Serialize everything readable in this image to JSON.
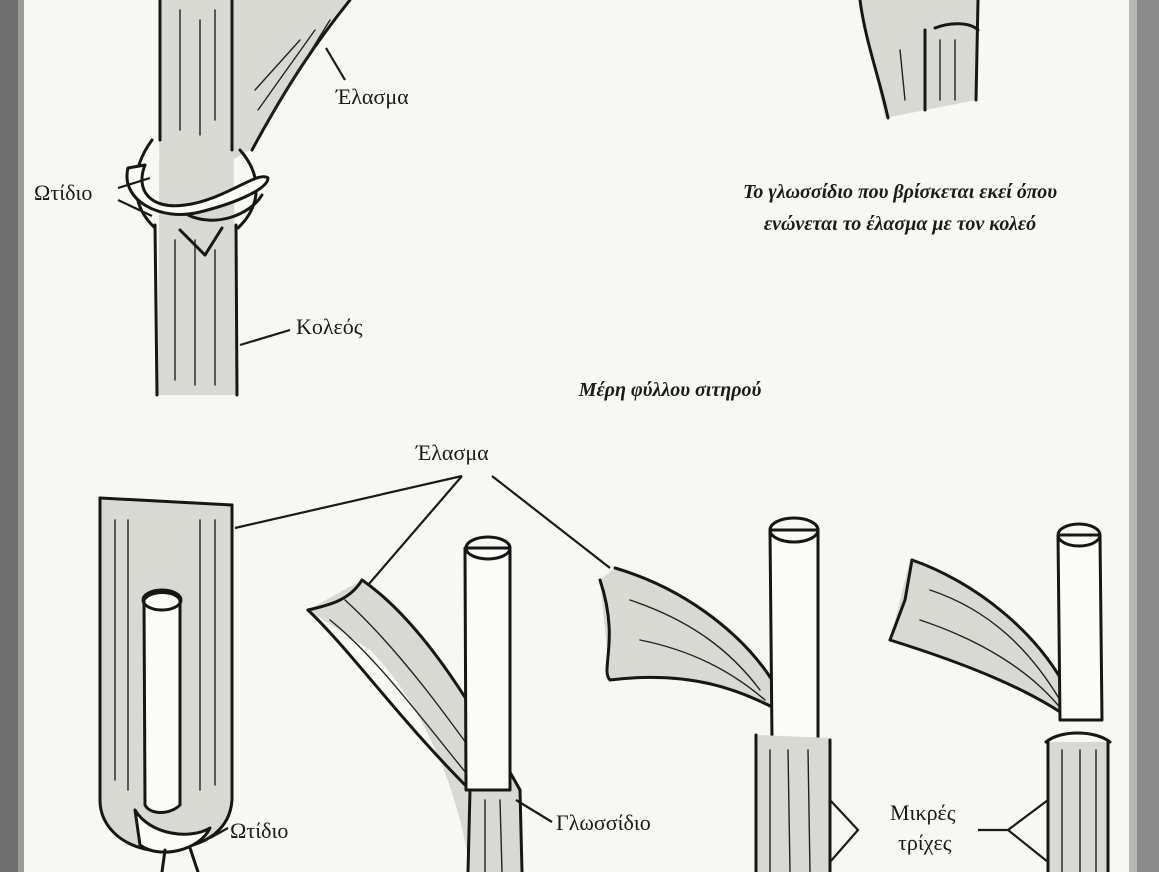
{
  "labels": {
    "top_blade": "Έλασμα",
    "top_auricle": "Ωτίδιο",
    "top_sheath": "Κολεός",
    "caption_ligule_line1": "Το γλωσσίδιο που βρίσκεται εκεί όπου",
    "caption_ligule_line2": "ενώνεται το έλασμα με τον κολεό",
    "section_title": "Μέρη φύλλου σιτηρού",
    "bottom_blade": "Έλασμα",
    "bottom_auricle": "Ωτίδιο",
    "bottom_ligule": "Γλωσσίδιο",
    "hairs_line1": "Μικρές",
    "hairs_line2": "τρίχες"
  },
  "colors": {
    "ink": "#161616",
    "paper": "#f7f7f4"
  }
}
